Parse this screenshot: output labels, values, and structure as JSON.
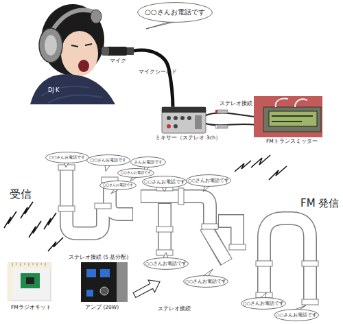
{
  "diagram": {
    "nodes": [
      {
        "text": [
          "○○さんお電話です"
        ]
      },
      {
        "text": [
          "○○さんお電話です"
        ]
      },
      {
        "text": [
          "○○さんお電話です"
        ]
      },
      {
        "text": [
          "さんお電話です"
        ]
      },
      {
        "text": [
          "○○さんお電話です"
        ]
      },
      {
        "text": [
          "○○さんお電話です"
        ]
      },
      {
        "text": [
          "○○さんお電話です"
        ]
      },
      {
        "text": [
          "○○さんお電話です"
        ]
      },
      {
        "text": [
          "○○さんお電話です"
        ]
      },
      {
        "text": [
          "○○さんお電話です"
        ]
      },
      {
        "text": [
          "○○さんお電話です"
        ]
      },
      {
        "text": [
          "○○さんお電話です"
        ]
      }
    ],
    "labels": [
      "DJ K",
      "マイク",
      "マイクシールド",
      "ミキサー（ステレオ 3ch）",
      "ステレオ接続",
      "FMトランスミッター",
      "受信",
      "FM 発信",
      "ステレオ接続 (5 基分配)",
      "FMラジオキット",
      "アンプ (20W)",
      "ステレオ接続"
    ]
  }
}
